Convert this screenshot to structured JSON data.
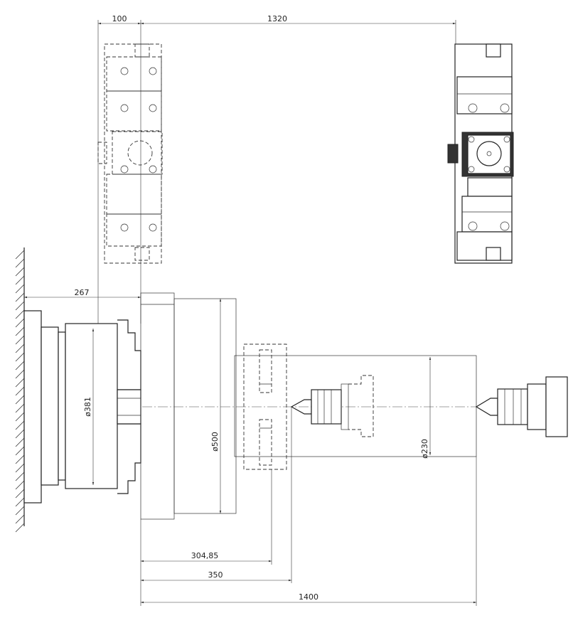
{
  "dimensions": {
    "turret_offset": "100",
    "turret_travel": "1320",
    "chuck_face": "267",
    "chuck_diameter": "ø381",
    "swing_diameter": "ø500",
    "steady_diameter": "ø230",
    "steady_position": "304,85",
    "tool_position": "350",
    "between_centers": "1400"
  },
  "icons": {
    "spindle": "chuck-spindle-icon",
    "tailstock": "tailstock-center-icon",
    "turret": "tool-turret-icon"
  },
  "colors": {
    "line": "#222222",
    "background": "#ffffff"
  }
}
